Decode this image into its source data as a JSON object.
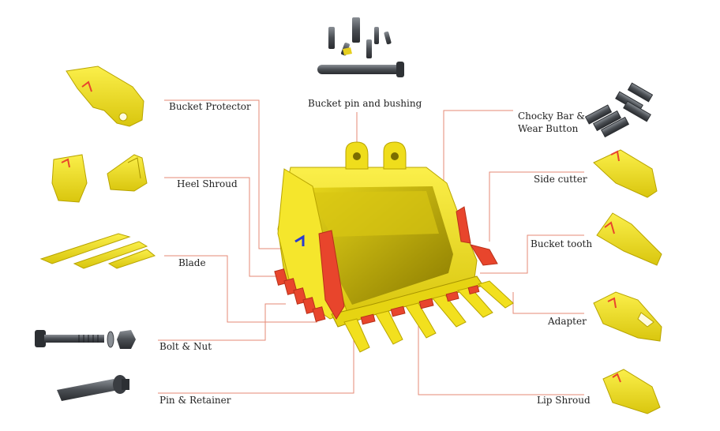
{
  "colors": {
    "yellow": "#f2e01e",
    "yellow_dark": "#c9b400",
    "red": "#e8452c",
    "red_dark": "#b8301a",
    "leader": "#e58a75",
    "steel": "#555a60",
    "steel_dark": "#2c2f33"
  },
  "labels": {
    "bucket_pin_bushing": "Bucket pin and bushing",
    "bucket_protector": "Bucket Protector",
    "heel_shroud": "Heel Shroud",
    "blade": "Blade",
    "bolt_nut": "Bolt & Nut",
    "pin_retainer": "Pin & Retainer",
    "chocky_bar_line1": "Chocky Bar &",
    "chocky_bar_line2": "Wear Button",
    "side_cutter": "Side cutter",
    "bucket_tooth": "Bucket tooth",
    "adapter": "Adapter",
    "lip_shroud": "Lip Shroud"
  }
}
